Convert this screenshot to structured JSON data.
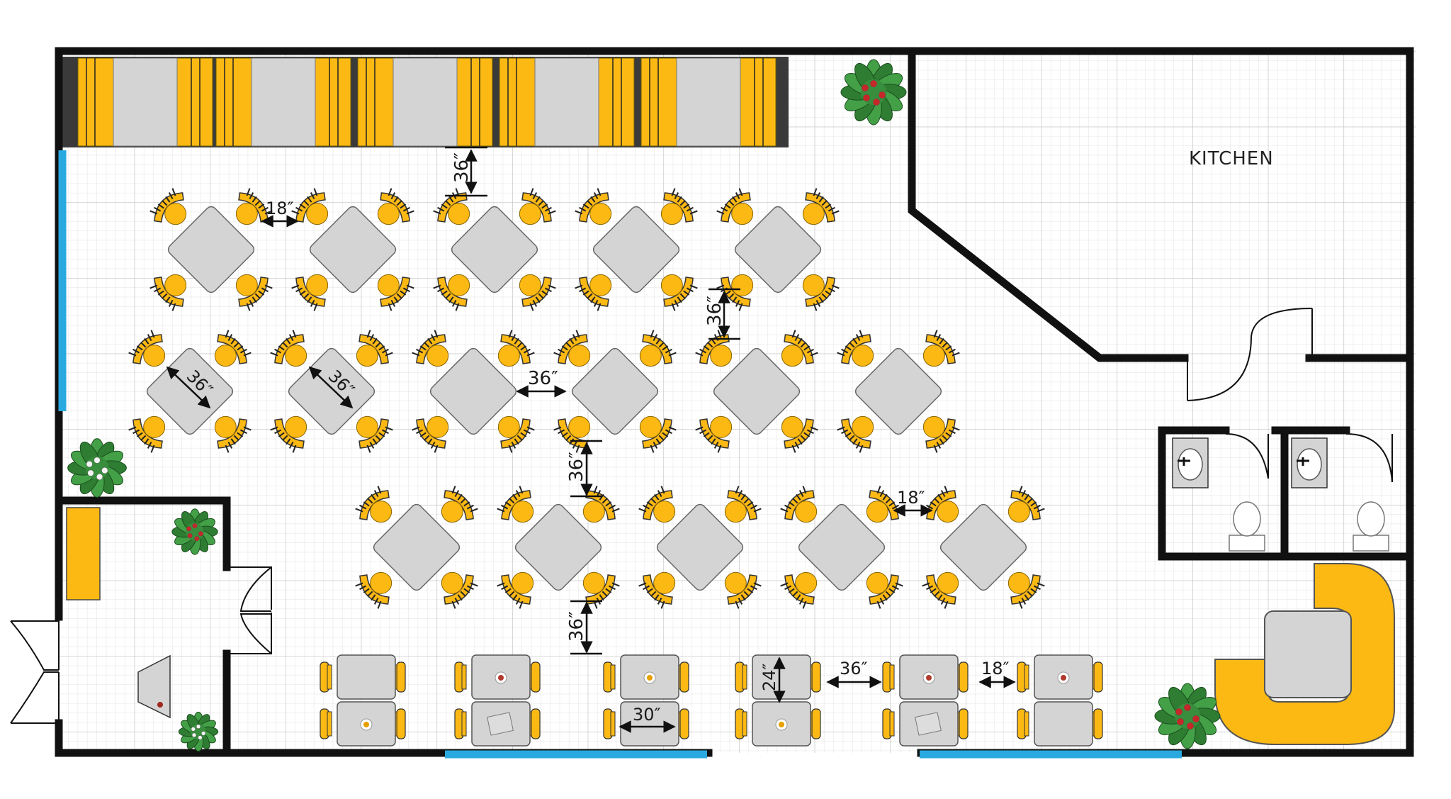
{
  "rooms": {
    "kitchen_label": "KITCHEN"
  },
  "dimensions": {
    "booth_to_table": "36″",
    "top_row_gap": "18″",
    "row1_to_row2": "36″",
    "diagonal_a": "36″",
    "diagonal_b": "36″",
    "row2_gap": "36″",
    "row2_to_row3": "36″",
    "row3_gap": "18″",
    "row3_to_row4": "36″",
    "small_table_depth": "24″",
    "small_table_width": "30″",
    "row4_gap_a": "36″",
    "row4_gap_b": "18″"
  },
  "colors": {
    "seat_yellow": "#FDB913",
    "table_grey": "#D4D4D4",
    "wall_black": "#111111",
    "window_blue": "#29A9E0",
    "grid_line": "#D0D0D0",
    "plant_green": "#2E7D32"
  }
}
